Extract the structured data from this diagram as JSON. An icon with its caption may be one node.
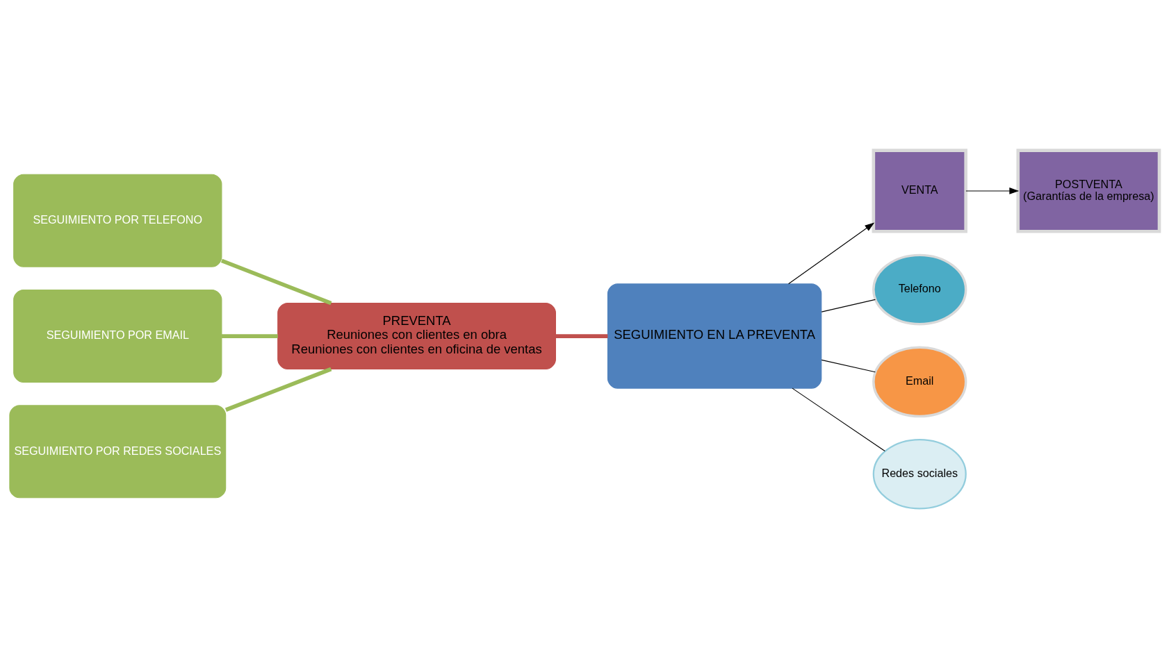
{
  "diagram": {
    "nodes": [
      {
        "text": [
          "SEGUIMIENTO POR TELEFONO"
        ]
      },
      {
        "text": [
          "SEGUIMIENTO POR EMAIL"
        ]
      },
      {
        "text": [
          "SEGUIMIENTO POR REDES SOCIALES"
        ]
      },
      {
        "text": [
          "PREVENTA",
          "Reuniones con clientes en obra",
          "Reuniones con clientes en oficina de ventas"
        ]
      },
      {
        "text": [
          "SEGUIMIENTO EN LA PREVENTA"
        ]
      },
      {
        "text": [
          "VENTA"
        ]
      },
      {
        "text": [
          "POSTVENTA",
          "(Garantías de la empresa)"
        ]
      },
      {
        "text": [
          "Telefono"
        ]
      },
      {
        "text": [
          "Email"
        ]
      },
      {
        "text": [
          "Redes sociales"
        ]
      }
    ],
    "edges": [
      {
        "from": 0,
        "to": 3,
        "arrow": "none",
        "style": "thick",
        "color": "#9bbb59"
      },
      {
        "from": 1,
        "to": 3,
        "arrow": "none",
        "style": "thick",
        "color": "#9bbb59"
      },
      {
        "from": 2,
        "to": 3,
        "arrow": "none",
        "style": "thick",
        "color": "#9bbb59"
      },
      {
        "from": 3,
        "to": 4,
        "arrow": "none",
        "style": "thick",
        "color": "#c0504d"
      },
      {
        "from": 4,
        "to": 5,
        "arrow": "to"
      },
      {
        "from": 5,
        "to": 6,
        "arrow": "to"
      },
      {
        "from": 4,
        "to": 7,
        "arrow": "none"
      },
      {
        "from": 4,
        "to": 8,
        "arrow": "none"
      },
      {
        "from": 4,
        "to": 9,
        "arrow": "none"
      }
    ]
  }
}
